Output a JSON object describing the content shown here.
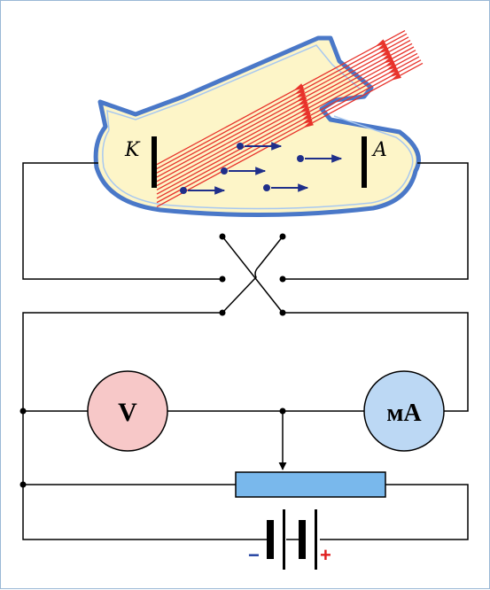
{
  "labels": {
    "cathode": "K",
    "anode": "A",
    "voltmeter": "V",
    "milliammeter": "мА",
    "battery_minus": "−",
    "battery_plus": "+"
  },
  "colors": {
    "background": "#ffffff",
    "tube_glass": "#4a78c8",
    "tube_fill": "#fdf5c8",
    "light_rays": "#e8322a",
    "electrons": "#1f2f8a",
    "wire": "#000000",
    "voltmeter_fill": "#f7c8c8",
    "milliammeter_fill": "#bcd8f4",
    "rheostat_fill": "#79b8ec",
    "minus_sign": "#1f3fa0",
    "plus_sign": "#e02020"
  }
}
